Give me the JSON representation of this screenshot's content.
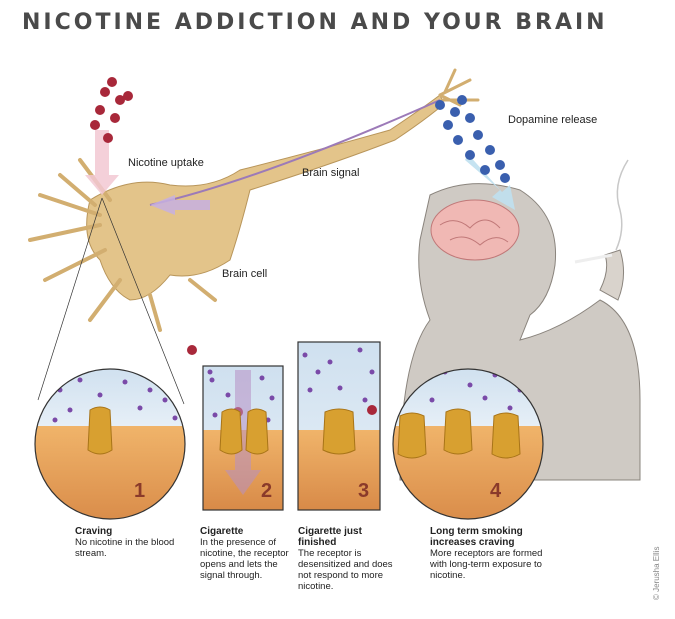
{
  "title": "NICOTINE ADDICTION AND YOUR BRAIN",
  "labels": {
    "nicotine_uptake": "Nicotine uptake",
    "brain_signal": "Brain signal",
    "brain_cell": "Brain cell",
    "dopamine_release": "Dopamine release"
  },
  "panels": [
    {
      "number": "1",
      "heading": "Craving",
      "text": "No nicotine in the blood stream."
    },
    {
      "number": "2",
      "heading": "Cigarette",
      "text": "In the presence of nicotine, the receptor opens and lets the signal through."
    },
    {
      "number": "3",
      "heading": "Cigarette just finished",
      "text": "The receptor is desensitized and does not respond to more nicotine."
    },
    {
      "number": "4",
      "heading": "Long term smoking increases craving",
      "text": "More receptors are formed with long-term exposure to nicotine."
    }
  ],
  "credit": "© Jerusha Ellis",
  "colors": {
    "neuron": "#e3c48a",
    "nicotine": "#a8283a",
    "dopamine": "#3a5fae",
    "fluid": "#d8e6f2",
    "tissue": "#e8a860",
    "receptor": "#d8a030"
  }
}
